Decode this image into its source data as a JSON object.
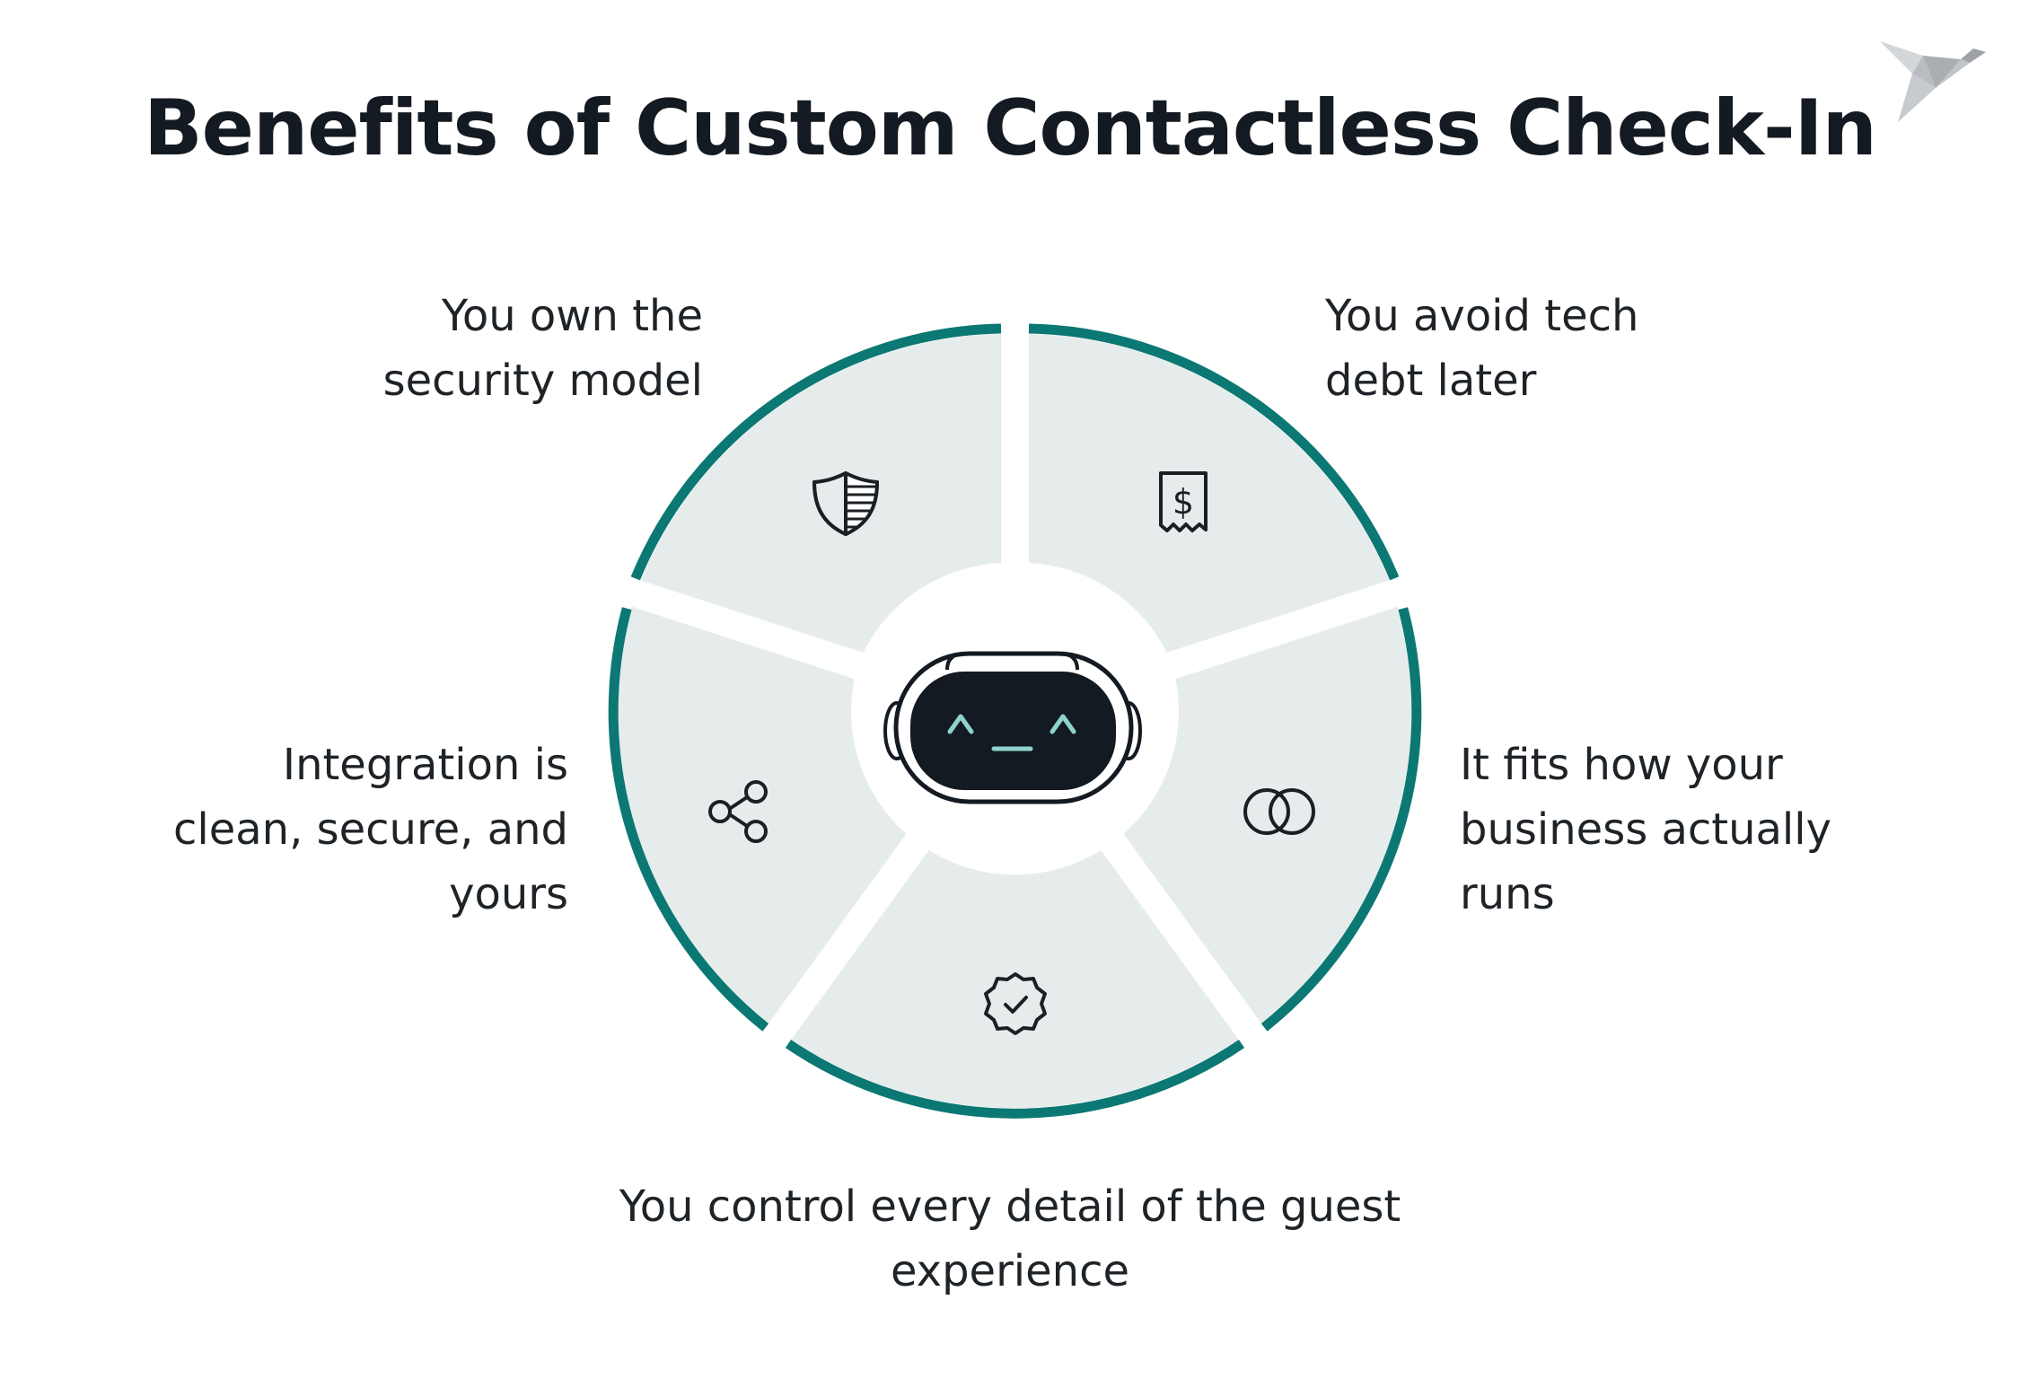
{
  "title": "Benefits of Custom Contactless Check-In",
  "colors": {
    "accent": "#0b7873",
    "segment_fill": "#e6ecec",
    "dark": "#141a21",
    "robot_eye": "#8fd3cf"
  },
  "segments": [
    {
      "lines": [
        "You own the",
        "security model"
      ],
      "icon": "shield-icon"
    },
    {
      "lines": [
        "You avoid tech",
        "debt later"
      ],
      "icon": "receipt-dollar-icon"
    },
    {
      "lines": [
        "It fits how your",
        "business actually",
        "runs"
      ],
      "icon": "interlocking-rings-icon"
    },
    {
      "lines": [
        "You control every detail of the guest",
        "experience"
      ],
      "icon": "badge-check-icon"
    },
    {
      "lines": [
        "Integration is",
        "clean, secure, and",
        "yours"
      ],
      "icon": "share-nodes-icon"
    }
  ],
  "center_icon": "robot-face-icon",
  "brand_icon": "bird-logo-icon"
}
